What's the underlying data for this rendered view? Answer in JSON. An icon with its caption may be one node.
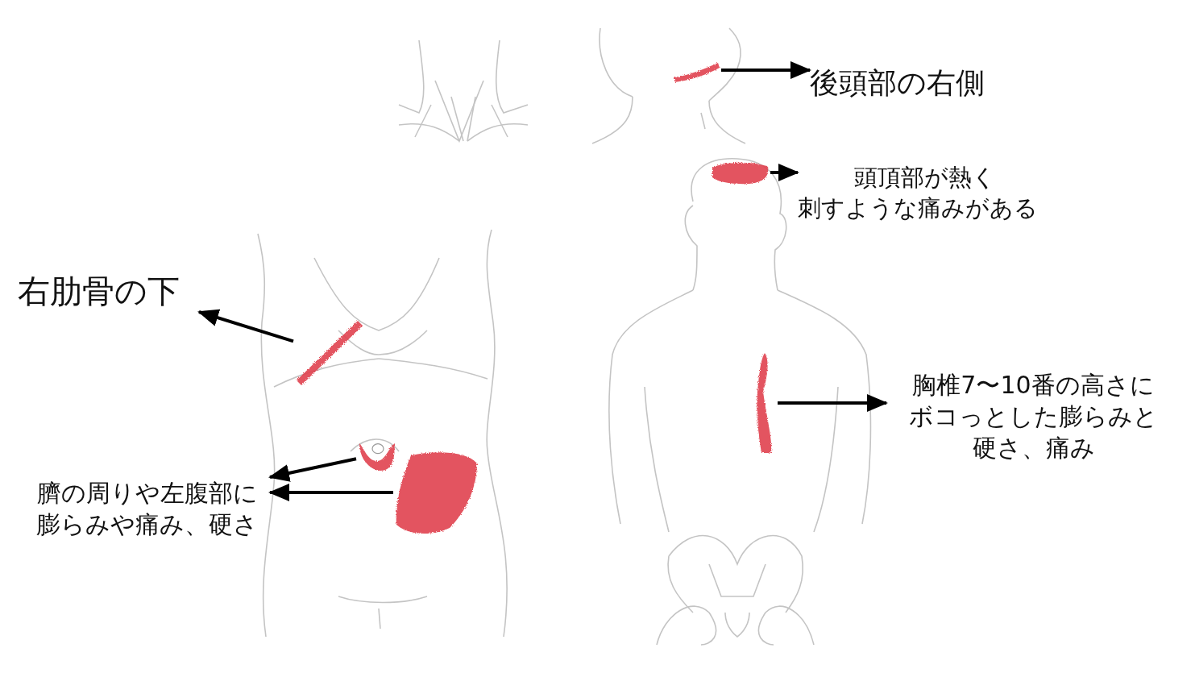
{
  "diagram": {
    "nodes": [
      {
        "text": [],
        "shape": "bar"
      },
      {
        "text": [
          "後頭部の右側"
        ]
      },
      {
        "text": [],
        "shape": "bar"
      },
      {
        "text": [
          "頭頂部が熱く",
          "刺すような痛みがある"
        ]
      },
      {
        "text": [
          "右肋骨の下"
        ]
      },
      {
        "text": [],
        "shape": "bar"
      },
      {
        "text": [],
        "shape": "bar"
      },
      {
        "text": [
          "胸椎7〜10番の高さにボコっとした膨らみと硬さ、痛み"
        ]
      },
      {
        "text": [],
        "shape": "circle"
      },
      {
        "text": [
          "臍の周りや左腹部に膨らみや痛み、硬さ"
        ]
      },
      {
        "text": [],
        "shape": "circle"
      }
    ],
    "edges": [
      {
        "from": 0,
        "to": 1,
        "arrow": "to"
      },
      {
        "from": 2,
        "to": 3,
        "arrow": "to"
      },
      {
        "from": 5,
        "to": 4,
        "arrow": "to"
      },
      {
        "from": 6,
        "to": 7,
        "arrow": "to"
      },
      {
        "from": 8,
        "to": 9,
        "arrow": "to"
      },
      {
        "from": 10,
        "to": 9,
        "arrow": "to"
      }
    ]
  }
}
